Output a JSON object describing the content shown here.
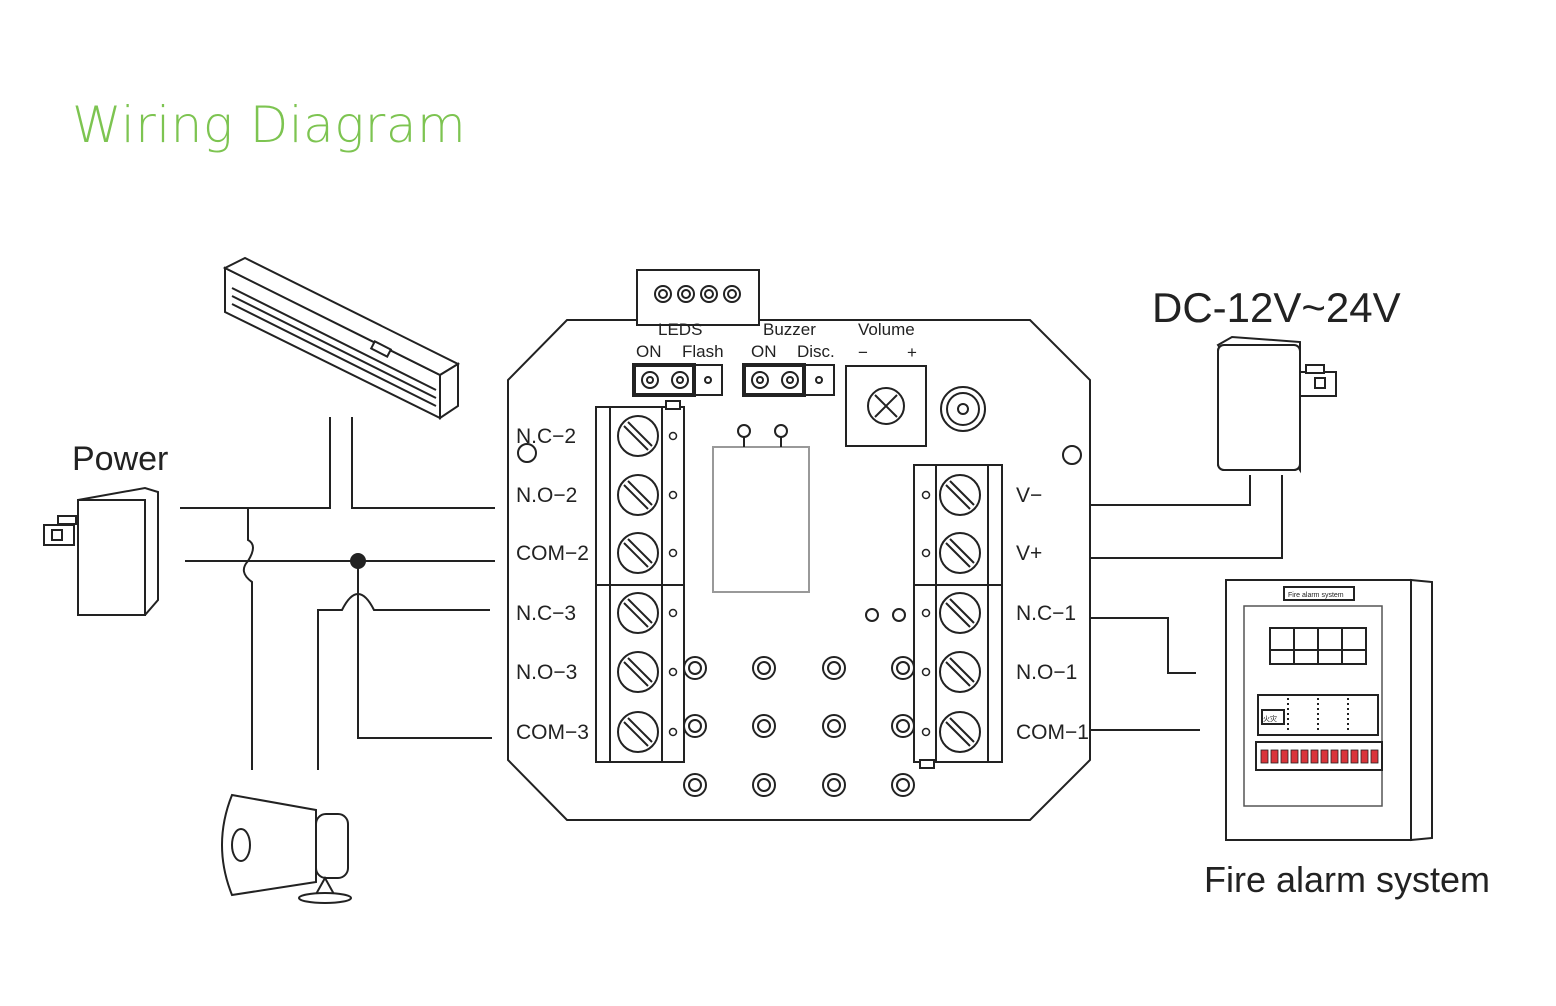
{
  "title": "Wiring Diagram",
  "colors": {
    "title": "#7dc451",
    "line": "#222222",
    "led": "#d9343a"
  },
  "labels": {
    "power": "Power",
    "dc_supply": "DC-12V~24V",
    "fire_alarm": "Fire alarm system"
  },
  "board": {
    "leds_label": "LEDS",
    "leds_on": "ON",
    "leds_flash": "Flash",
    "buzzer_label": "Buzzer",
    "buzzer_on": "ON",
    "buzzer_disc": "Disc.",
    "volume_label": "Volume",
    "volume_minus": "−",
    "volume_plus": "+",
    "left_terminals": [
      "N.C−2",
      "N.O−2",
      "COM−2",
      "N.C−3",
      "N.O−3",
      "COM−3"
    ],
    "right_terminals": [
      "V−",
      "V+",
      "N.C−1",
      "N.O−1",
      "COM−1"
    ]
  },
  "fire_panel": {
    "header_text": "Fire alarm system",
    "button_text": "火灾"
  },
  "icons": [
    "magnetic-lock-icon",
    "power-adapter-icon",
    "siren-horn-icon",
    "fire-alarm-panel-icon",
    "potentiometer-icon",
    "buzzer-icon"
  ]
}
